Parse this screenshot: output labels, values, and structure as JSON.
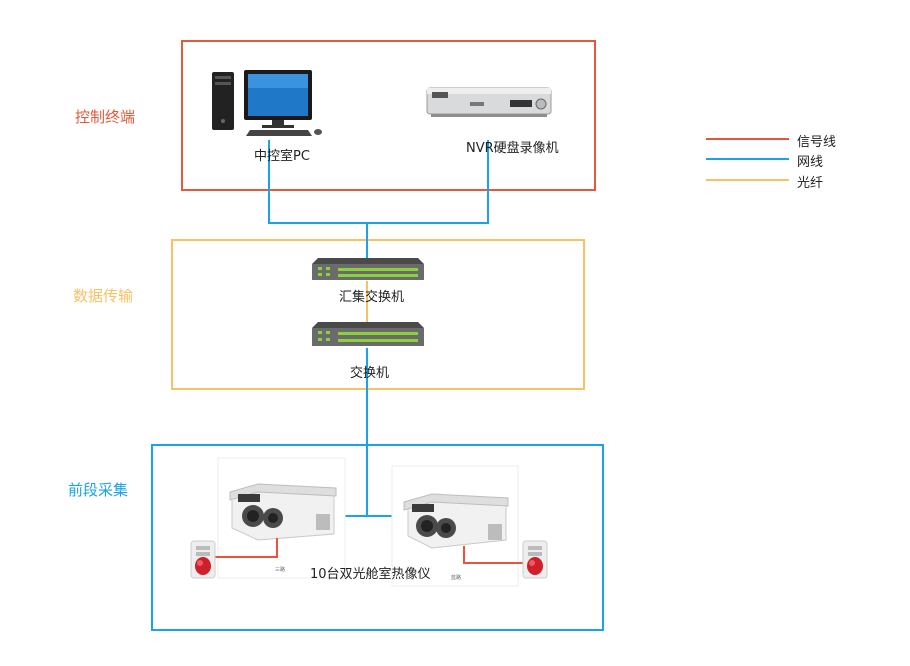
{
  "colors": {
    "signal": "#e8553a",
    "network": "#1aa3e6",
    "fiber": "#f5c264",
    "control_zone": "#e05a3c",
    "transport_zone": "#f5c264",
    "front_zone": "#1aa3e6"
  },
  "zones": {
    "control": "控制终端",
    "transport": "数据传输",
    "front": "前段采集"
  },
  "devices": {
    "pc": "中控室PC",
    "nvr": "NVR硬盘录像机",
    "core_switch": "汇集交换机",
    "access_switch": "交换机",
    "cameras": "10台双光舱室热像仪",
    "camera_left_tag": "三路",
    "camera_right_tag": "蓝路"
  },
  "legend": [
    {
      "label": "信号线",
      "color": "#e8553a"
    },
    {
      "label": "网线",
      "color": "#1aa3e6"
    },
    {
      "label": "光纤",
      "color": "#f5c264"
    }
  ],
  "icons": {
    "pc": "desktop-pc-icon",
    "nvr": "nvr-recorder-icon",
    "switch": "network-switch-icon",
    "camera": "thermal-camera-icon",
    "alarm": "alarm-light-icon"
  }
}
